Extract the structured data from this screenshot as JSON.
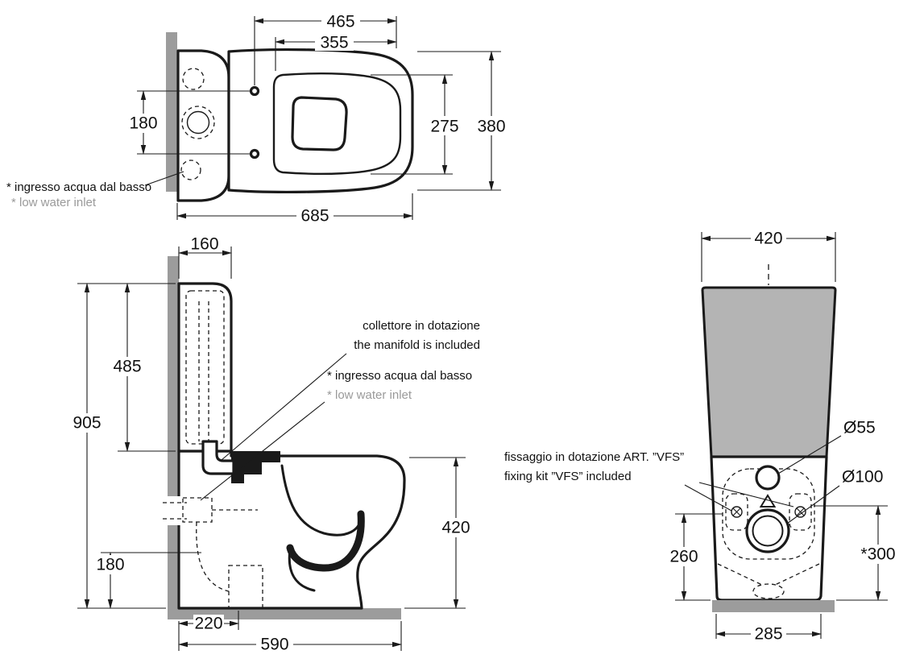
{
  "drawing": {
    "type": "technical-drawing",
    "subject": "back-to-wall WC with cistern, dimensioned top / side / rear views"
  },
  "colors": {
    "line": "#1a1a1a",
    "wall_gray": "#9c9c9c",
    "tank_gray": "#b4b4b4",
    "note_gray": "#9a9a9a"
  },
  "top_view": {
    "dim_seat_465": "465",
    "dim_seat_inner_355": "355",
    "dim_depth_inner_275": "275",
    "dim_depth_380": "380",
    "dim_holes_180": "180",
    "dim_total_685": "685",
    "note_inlet_it": "* ingresso acqua dal basso",
    "note_inlet_en": "* low water inlet"
  },
  "side_view": {
    "dim_tank_160": "160",
    "dim_tank_h_485": "485",
    "dim_total_h_905": "905",
    "dim_outlet_h_180": "180",
    "dim_bowl_h_420": "420",
    "dim_outlet_220": "220",
    "dim_depth_590": "590",
    "note_manifold_it": "collettore in dotazione",
    "note_manifold_en": "the manifold is included",
    "note_inlet_it": "* ingresso acqua dal basso",
    "note_inlet_en": "* low water inlet"
  },
  "rear_view": {
    "dim_tank_w_420": "420",
    "dim_hole_55": "Ø55",
    "dim_hole_100": "Ø100",
    "dim_inlet_h_260": "260",
    "dim_fix_h_300": "*300",
    "dim_base_285": "285",
    "note_fixing_it": "fissaggio in dotazione ART. ”VFS”",
    "note_fixing_en": "fixing kit ”VFS” included"
  }
}
